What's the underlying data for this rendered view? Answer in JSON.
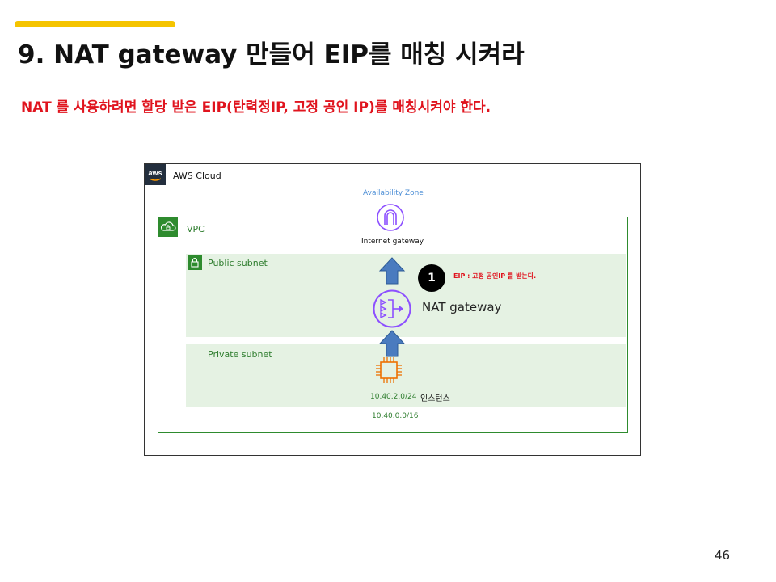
{
  "slide": {
    "title": "9. NAT gateway 만들어 EIP를 매칭 시켜라",
    "subtitle": "NAT 를 사용하려면 할당 받은 EIP(탄력정IP, 고정 공인 IP)를 매칭시켜야 한다.",
    "page_number": "46"
  },
  "diagram": {
    "aws_cloud_label": "AWS Cloud",
    "aws_logo_text": "aws",
    "availability_zone_label": "Availability Zone",
    "internet_gateway_label": "Internet gateway",
    "vpc_label": "VPC",
    "public_subnet_label": "Public subnet",
    "private_subnet_label": "Private subnet",
    "step_number": "1",
    "eip_note": "EIP : 고정 공인IP 를 받는다.",
    "nat_gateway_label": "NAT gateway",
    "instance_cidr": "10.40.2.0/24",
    "instance_label": "인스턴스",
    "vpc_cidr": "10.40.0.0/16"
  },
  "colors": {
    "accent_bar": "#f5c400",
    "subtitle_red": "#e0141e",
    "vpc_green": "#2e8b2e",
    "subnet_fill": "#e5f2e3",
    "gateway_purple": "#8c4fff",
    "instance_orange": "#ed7100",
    "arrow_blue": "#4a7bbf"
  }
}
